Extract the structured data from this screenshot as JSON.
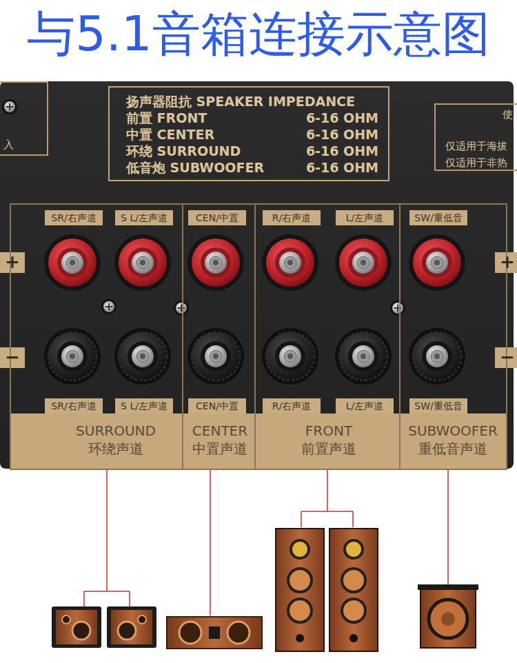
{
  "diagram": {
    "title": "与5.1音箱连接示意图",
    "nodes": [
      {
        "text": [
          "扬声器阻抗 SPEAKER IMPEDANCE",
          "前置 FRONT",
          "6-16 OHM",
          "中置 CENTER",
          "6-16 OHM",
          "环绕 SURROUND",
          "6-16 OHM",
          "低音炮 SUBWOOFER",
          "6-16 OHM"
        ]
      },
      {
        "text": [
          "入"
        ]
      },
      {
        "text": [
          "使",
          "仅适用于海拔",
          "仅适用于非热"
        ]
      },
      {
        "text": [
          "+"
        ]
      },
      {
        "text": [
          "−"
        ]
      },
      {
        "text": [
          "+"
        ]
      },
      {
        "text": [
          "−"
        ]
      },
      {
        "text": [
          "SURROUND",
          "环绕声道"
        ]
      },
      {
        "text": [
          "SR/右声道"
        ],
        "in": 7
      },
      {
        "text": [
          "S L/左声道"
        ],
        "in": 7
      },
      {
        "text": [
          "SR/右声道"
        ],
        "in": 7
      },
      {
        "text": [
          "S L/左声道"
        ],
        "in": 7
      },
      {
        "text": [
          "CENTER",
          "中置声道"
        ]
      },
      {
        "text": [
          "CEN/中置"
        ],
        "in": 12
      },
      {
        "text": [
          "CEN/中置"
        ],
        "in": 12
      },
      {
        "text": [
          "FRONT",
          "前置声道"
        ]
      },
      {
        "text": [
          "R/右声道"
        ],
        "in": 15
      },
      {
        "text": [
          "L/左声道"
        ],
        "in": 15
      },
      {
        "text": [
          "R/右声道"
        ],
        "in": 15
      },
      {
        "text": [
          "L/左声道"
        ],
        "in": 15
      },
      {
        "text": [
          "SUBWOOFER",
          "重低音声道"
        ]
      },
      {
        "text": [
          "SW/重低音"
        ],
        "in": 20
      },
      {
        "text": [
          "SW/重低音"
        ],
        "in": 20
      }
    ]
  }
}
